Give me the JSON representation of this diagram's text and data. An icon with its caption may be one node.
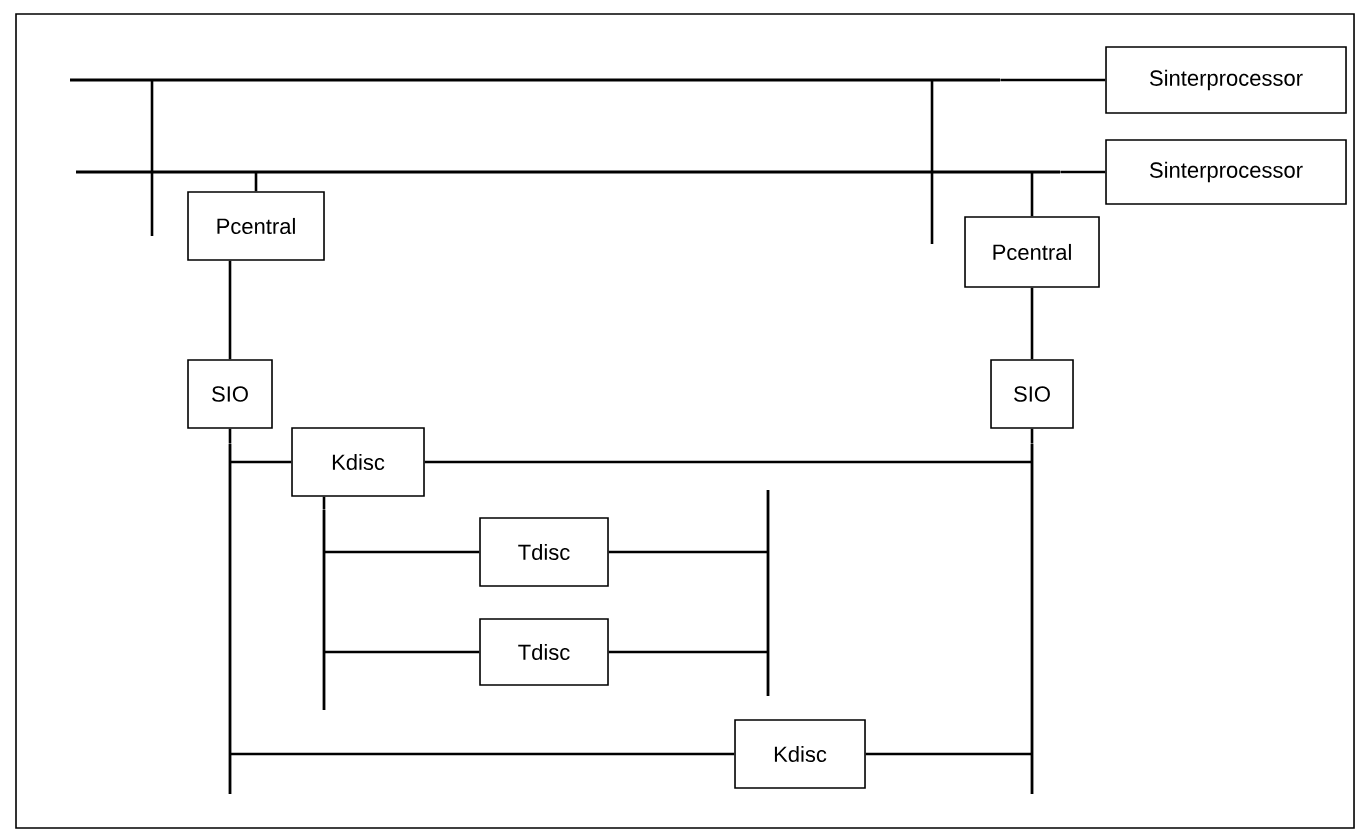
{
  "diagram": {
    "nodes": [
      {
        "text": [
          "Sinterprocessor"
        ]
      },
      {
        "text": [
          "Sinterprocessor"
        ]
      },
      {
        "text": [
          "Pcentral"
        ]
      },
      {
        "text": [
          "Pcentral"
        ]
      },
      {
        "text": [
          "SIO"
        ]
      },
      {
        "text": [
          "SIO"
        ]
      },
      {
        "text": [
          "Kdisc"
        ]
      },
      {
        "text": [
          "Tdisc"
        ]
      },
      {
        "text": [
          "Tdisc"
        ]
      },
      {
        "text": [
          "Kdisc"
        ]
      },
      {
        "text": [],
        "shape": "bar"
      },
      {
        "text": [],
        "shape": "bar"
      },
      {
        "text": [],
        "shape": "bar"
      },
      {
        "text": [],
        "shape": "bar"
      },
      {
        "text": [],
        "shape": "bar"
      },
      {
        "text": [],
        "shape": "bar"
      }
    ],
    "edges": [
      {
        "from": 10,
        "to": 0,
        "arrow": "none"
      },
      {
        "from": 11,
        "to": 1,
        "arrow": "none"
      },
      {
        "from": 10,
        "to": null,
        "arrow": "none"
      },
      {
        "from": 10,
        "to": null,
        "arrow": "none"
      },
      {
        "from": 11,
        "to": 2,
        "arrow": "none"
      },
      {
        "from": 11,
        "to": 3,
        "arrow": "none"
      },
      {
        "from": 2,
        "to": 4,
        "arrow": "none"
      },
      {
        "from": 3,
        "to": 5,
        "arrow": "none"
      },
      {
        "from": 4,
        "to": 12,
        "arrow": "none"
      },
      {
        "from": 5,
        "to": 13,
        "arrow": "none"
      },
      {
        "from": 12,
        "to": 6,
        "arrow": "none"
      },
      {
        "from": 6,
        "to": 13,
        "arrow": "none"
      },
      {
        "from": 6,
        "to": 14,
        "arrow": "none"
      },
      {
        "from": 14,
        "to": 7,
        "arrow": "none"
      },
      {
        "from": 7,
        "to": 15,
        "arrow": "none"
      },
      {
        "from": 14,
        "to": 8,
        "arrow": "none"
      },
      {
        "from": 8,
        "to": 15,
        "arrow": "none"
      },
      {
        "from": 12,
        "to": 9,
        "arrow": "none"
      },
      {
        "from": 9,
        "to": 13,
        "arrow": "none"
      }
    ]
  }
}
